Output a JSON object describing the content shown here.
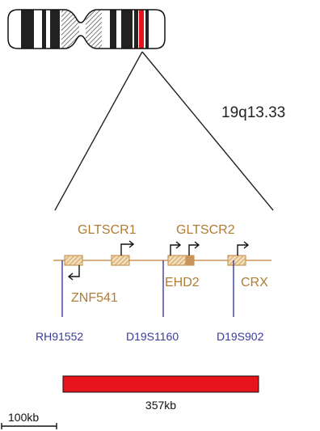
{
  "band": {
    "label": "19q13.33"
  },
  "genes": [
    {
      "label": "GLTSCR1"
    },
    {
      "label": "GLTSCR2"
    },
    {
      "label": "ZNF541"
    },
    {
      "label": "EHD2"
    },
    {
      "label": "CRX"
    }
  ],
  "markers": [
    {
      "label": "RH91552"
    },
    {
      "label": "D19S1160"
    },
    {
      "label": "D19S902"
    }
  ],
  "region": {
    "size_label": "357kb"
  },
  "scale": {
    "label": "100kb"
  },
  "colors": {
    "gene": "#c8955a",
    "gene_text": "#b07c35",
    "marker": "#3a3a9e",
    "region": "#e8141c",
    "chromosome_highlight": "#e8141c"
  }
}
